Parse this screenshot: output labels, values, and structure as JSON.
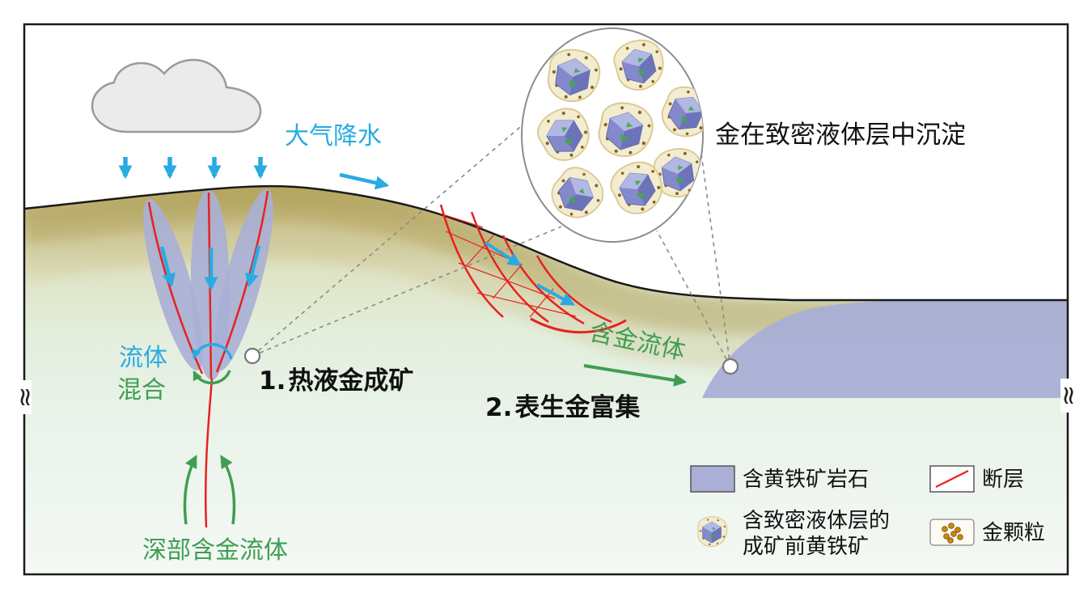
{
  "colors": {
    "blue": "#29abe2",
    "green": "#3f9e52",
    "red": "#e8211f",
    "purple": "#a9afd6",
    "dark": "#1a1a1a"
  },
  "labels": {
    "precipitation": "大气降水",
    "fluid_mix_line1": "流体",
    "fluid_mix_line2": "混合",
    "step1_num": "1.",
    "step1_text": "热液金成矿",
    "step2_num": "2.",
    "step2_text": "表生金富集",
    "gold_fluid": "含金流体",
    "deep_gold_fluid": "深部含金流体",
    "magnifier_caption": "金在致密液体层中沉淀"
  },
  "legend": {
    "pyrite_rock": "含黄铁矿岩石",
    "fault": "断层",
    "pre_ore_pyrite_line1": "含致密液体层的",
    "pre_ore_pyrite_line2": "成矿前黄铁矿",
    "gold_particles": "金颗粒"
  },
  "symbols": {
    "axis_break": "≈"
  }
}
